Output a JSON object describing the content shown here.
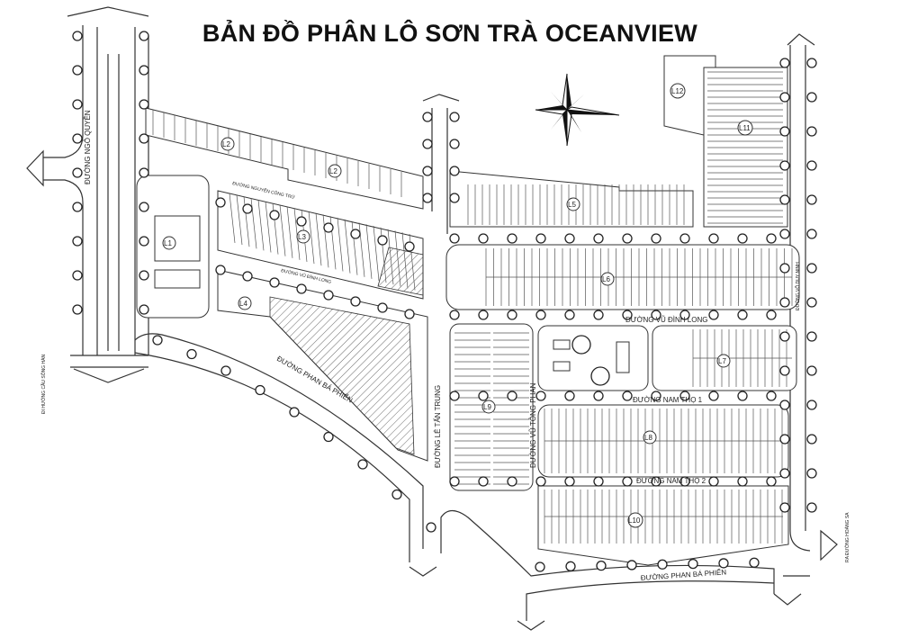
{
  "title": "BẢN ĐỒ PHÂN LÔ SƠN TRÀ OCEANVIEW",
  "streets": {
    "ngo_quyen": "ĐƯỜNG NGÔ QUYỀN",
    "cong_tru": "ĐƯỜNG NGUYỄN CÔNG TRỨ",
    "vu_dinh_long_small": "ĐƯỜNG VŨ ĐÌNH LONG",
    "vu_dinh_long": "ĐƯỜNG VŨ ĐÌNH LONG",
    "phan_ba_phien_left": "ĐƯỜNG PHAN BÁ PHIẾN",
    "phan_ba_phien_bottom": "ĐƯỜNG PHAN BÁ PHIẾN",
    "le_tan_trung": "ĐƯỜNG LÊ TẤN TRUNG",
    "vu_tong_phan": "ĐƯỜNG VŨ TÔNG PHAN",
    "nam_tho_1": "ĐƯỜNG NAM THỌ 1",
    "nam_tho_2": "ĐƯỜNG NAM THỌ 2",
    "vo_duy_ninh": "ĐƯỜNG VÕ DUY NINH"
  },
  "directions": {
    "to_song_han": "ĐI HƯỚNG CẦU SÔNG HÀN",
    "to_hoang_sa": "RA ĐƯỜNG HOÀNG SA"
  },
  "lots": [
    "L1",
    "L2",
    "L2",
    "L3",
    "L4",
    "L5",
    "L6",
    "L7",
    "L8",
    "L9",
    "L10",
    "L11",
    "L12"
  ],
  "compass_icon": "north-star-compass",
  "colors": {
    "line": "#333333",
    "background": "#ffffff"
  }
}
